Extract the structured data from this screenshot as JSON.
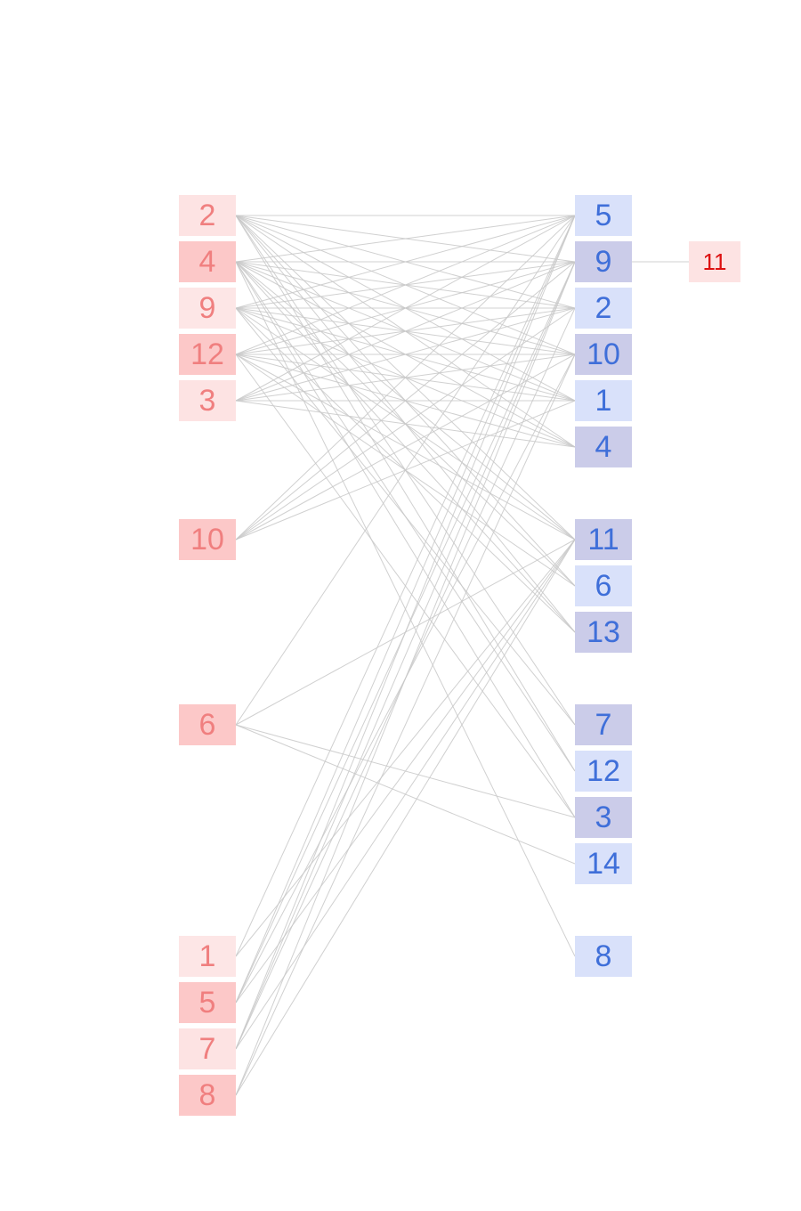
{
  "left_nodes": [
    {
      "id": "L2",
      "label": "2",
      "color": "#fde3e3"
    },
    {
      "id": "L4",
      "label": "4",
      "color": "#fcc8c8"
    },
    {
      "id": "L9",
      "label": "9",
      "color": "#fde6e6"
    },
    {
      "id": "L12",
      "label": "12",
      "color": "#fcc8c8"
    },
    {
      "id": "L3",
      "label": "3",
      "color": "#fde3e3"
    },
    {
      "id": "L10",
      "label": "10",
      "color": "#fcc8c8"
    },
    {
      "id": "L6",
      "label": "6",
      "color": "#fcc8c8"
    },
    {
      "id": "L1",
      "label": "1",
      "color": "#fde6e6"
    },
    {
      "id": "L5",
      "label": "5",
      "color": "#fcc8c8"
    },
    {
      "id": "L7",
      "label": "7",
      "color": "#fde3e3"
    },
    {
      "id": "L8",
      "label": "8",
      "color": "#fcc8c8"
    }
  ],
  "right_nodes": [
    {
      "id": "R5",
      "label": "5",
      "color": "#d9e1fa"
    },
    {
      "id": "R9",
      "label": "9",
      "color": "#cbcce9"
    },
    {
      "id": "R2",
      "label": "2",
      "color": "#d9e1fa"
    },
    {
      "id": "R10",
      "label": "10",
      "color": "#cbcce9"
    },
    {
      "id": "R1",
      "label": "1",
      "color": "#d9e1fa"
    },
    {
      "id": "R4",
      "label": "4",
      "color": "#cbcce9"
    },
    {
      "id": "R11",
      "label": "11",
      "color": "#cbcce9"
    },
    {
      "id": "R6",
      "label": "6",
      "color": "#d9e1fa"
    },
    {
      "id": "R13",
      "label": "13",
      "color": "#cbcce9"
    },
    {
      "id": "R7",
      "label": "7",
      "color": "#cbcce9"
    },
    {
      "id": "R12",
      "label": "12",
      "color": "#d9e1fa"
    },
    {
      "id": "R3",
      "label": "3",
      "color": "#cbcce9"
    },
    {
      "id": "R14",
      "label": "14",
      "color": "#d9e1fa"
    },
    {
      "id": "R8",
      "label": "8",
      "color": "#d9e1fa"
    }
  ],
  "extra_node": {
    "id": "E11",
    "label": "11",
    "color": "#fde3e3"
  },
  "edges": [
    [
      "L2",
      "R5"
    ],
    [
      "L2",
      "R9"
    ],
    [
      "L2",
      "R2"
    ],
    [
      "L2",
      "R10"
    ],
    [
      "L2",
      "R1"
    ],
    [
      "L2",
      "R4"
    ],
    [
      "L2",
      "R11"
    ],
    [
      "L2",
      "R6"
    ],
    [
      "L2",
      "R13"
    ],
    [
      "L2",
      "R7"
    ],
    [
      "L2",
      "R12"
    ],
    [
      "L4",
      "R5"
    ],
    [
      "L4",
      "R9"
    ],
    [
      "L4",
      "R2"
    ],
    [
      "L4",
      "R10"
    ],
    [
      "L4",
      "R1"
    ],
    [
      "L4",
      "R4"
    ],
    [
      "L4",
      "R11"
    ],
    [
      "L4",
      "R6"
    ],
    [
      "L4",
      "R13"
    ],
    [
      "L4",
      "R12"
    ],
    [
      "L4",
      "R3"
    ],
    [
      "L4",
      "R8"
    ],
    [
      "L9",
      "R5"
    ],
    [
      "L9",
      "R9"
    ],
    [
      "L9",
      "R2"
    ],
    [
      "L9",
      "R10"
    ],
    [
      "L9",
      "R1"
    ],
    [
      "L9",
      "R4"
    ],
    [
      "L9",
      "R11"
    ],
    [
      "L9",
      "R13"
    ],
    [
      "L9",
      "R7"
    ],
    [
      "L12",
      "R5"
    ],
    [
      "L12",
      "R9"
    ],
    [
      "L12",
      "R2"
    ],
    [
      "L12",
      "R10"
    ],
    [
      "L12",
      "R1"
    ],
    [
      "L12",
      "R4"
    ],
    [
      "L12",
      "R11"
    ],
    [
      "L12",
      "R6"
    ],
    [
      "L12",
      "R3"
    ],
    [
      "L3",
      "R5"
    ],
    [
      "L3",
      "R9"
    ],
    [
      "L3",
      "R2"
    ],
    [
      "L3",
      "R10"
    ],
    [
      "L3",
      "R1"
    ],
    [
      "L3",
      "R4"
    ],
    [
      "L10",
      "R5"
    ],
    [
      "L10",
      "R9"
    ],
    [
      "L10",
      "R2"
    ],
    [
      "L10",
      "R10"
    ],
    [
      "L10",
      "R1"
    ],
    [
      "L6",
      "R5"
    ],
    [
      "L6",
      "R11"
    ],
    [
      "L6",
      "R3"
    ],
    [
      "L6",
      "R14"
    ],
    [
      "L1",
      "R5"
    ],
    [
      "L1",
      "R11"
    ],
    [
      "L5",
      "R5"
    ],
    [
      "L5",
      "R9"
    ],
    [
      "L5",
      "R10"
    ],
    [
      "L5",
      "R11"
    ],
    [
      "L7",
      "R5"
    ],
    [
      "L7",
      "R9"
    ],
    [
      "L7",
      "R2"
    ],
    [
      "L7",
      "R11"
    ],
    [
      "L8",
      "R9"
    ],
    [
      "L8",
      "R10"
    ],
    [
      "L8",
      "R11"
    ],
    [
      "R9",
      "E11"
    ]
  ]
}
